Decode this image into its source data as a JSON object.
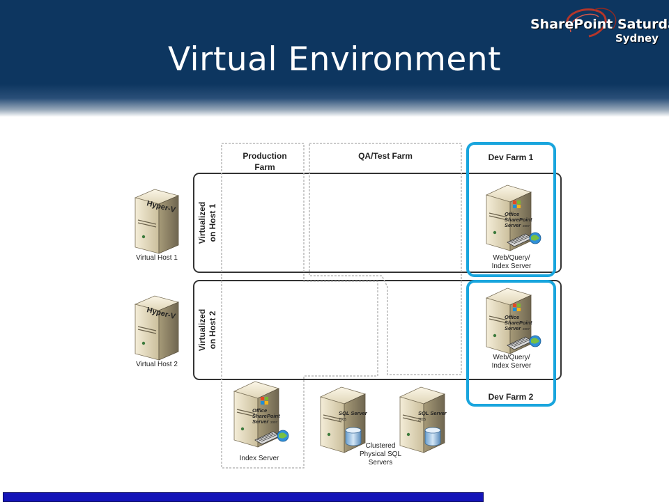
{
  "slide": {
    "title": "Virtual Environment",
    "logo": {
      "line1": "SharePoint Saturday",
      "line2": "Sydney"
    }
  },
  "diagram": {
    "columns": {
      "production": [
        "Production",
        "Farm"
      ],
      "qa": "QA/Test Farm",
      "dev1": "Dev Farm 1",
      "dev2": "Dev Farm 2"
    },
    "rows": {
      "host1": [
        "Virtualized",
        "on Host 1"
      ],
      "host2": [
        "Virtualized",
        "on Host 2"
      ]
    },
    "hosts": [
      {
        "badge": "Hyper-V",
        "label": "Virtual Host 1"
      },
      {
        "badge": "Hyper-V",
        "label": "Virtual Host 2"
      }
    ],
    "servers": {
      "dev1": {
        "product": [
          "Office",
          "SharePoint",
          "Server"
        ],
        "version": "2007",
        "label": [
          "Web/Query/",
          "Index Server"
        ]
      },
      "dev2": {
        "product": [
          "Office",
          "SharePoint",
          "Server"
        ],
        "version": "2007",
        "label": [
          "Web/Query/",
          "Index Server"
        ]
      },
      "index": {
        "product": [
          "Office",
          "SharePoint",
          "Server"
        ],
        "version": "2007",
        "label": [
          "Index Server"
        ]
      },
      "sql1": {
        "product": [
          "SQL Server"
        ],
        "version": "2005"
      },
      "sql2": {
        "product": [
          "SQL Server"
        ],
        "version": "2005"
      },
      "sql_label": [
        "Clustered",
        "Physical SQL",
        "Servers"
      ]
    },
    "colors": {
      "dev_highlight": "#19a5dd",
      "header_bg": "#0d3660",
      "footer_bar": "#1414b8"
    }
  }
}
